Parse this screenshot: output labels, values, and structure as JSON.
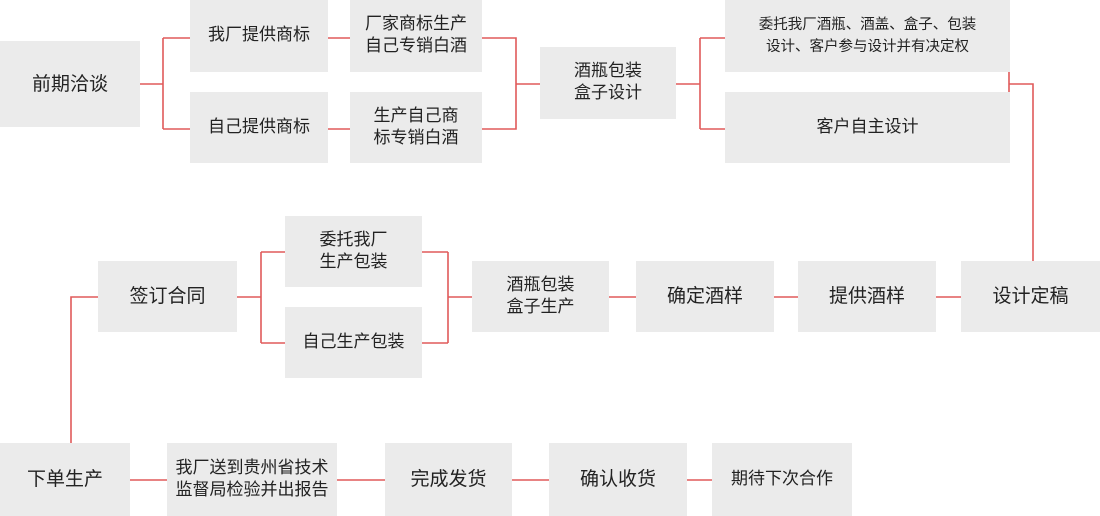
{
  "colors": {
    "box": "#ebebeb",
    "connector": "#e05a5a",
    "text": "#222222"
  },
  "row1": {
    "start": "前期洽谈",
    "factory_brand": "我厂提供商标",
    "own_brand": "自己提供商标",
    "factory_brand_result": "厂家商标生产\n自己专销白酒",
    "own_brand_result": "生产自己商\n标专销白酒",
    "packaging_design": "酒瓶包装\n盒子设计",
    "entrust_design": "委托我厂酒瓶、酒盖、盒子、包装\n设计、客户参与设计并有决定权",
    "self_design": "客户自主设计"
  },
  "row2": {
    "finalize_design": "设计定稿",
    "provide_sample": "提供酒样",
    "confirm_sample": "确定酒样",
    "packaging_production": "酒瓶包装\n盒子生产",
    "entrust_production": "委托我厂\n生产包装",
    "self_production": "自己生产包装",
    "sign_contract": "签订合同"
  },
  "row3": {
    "place_order": "下单生产",
    "inspection": "我厂送到贵州省技术\n监督局检验并出报告",
    "ship": "完成发货",
    "confirm_receipt": "确认收货",
    "next_cooperation": "期待下次合作"
  }
}
